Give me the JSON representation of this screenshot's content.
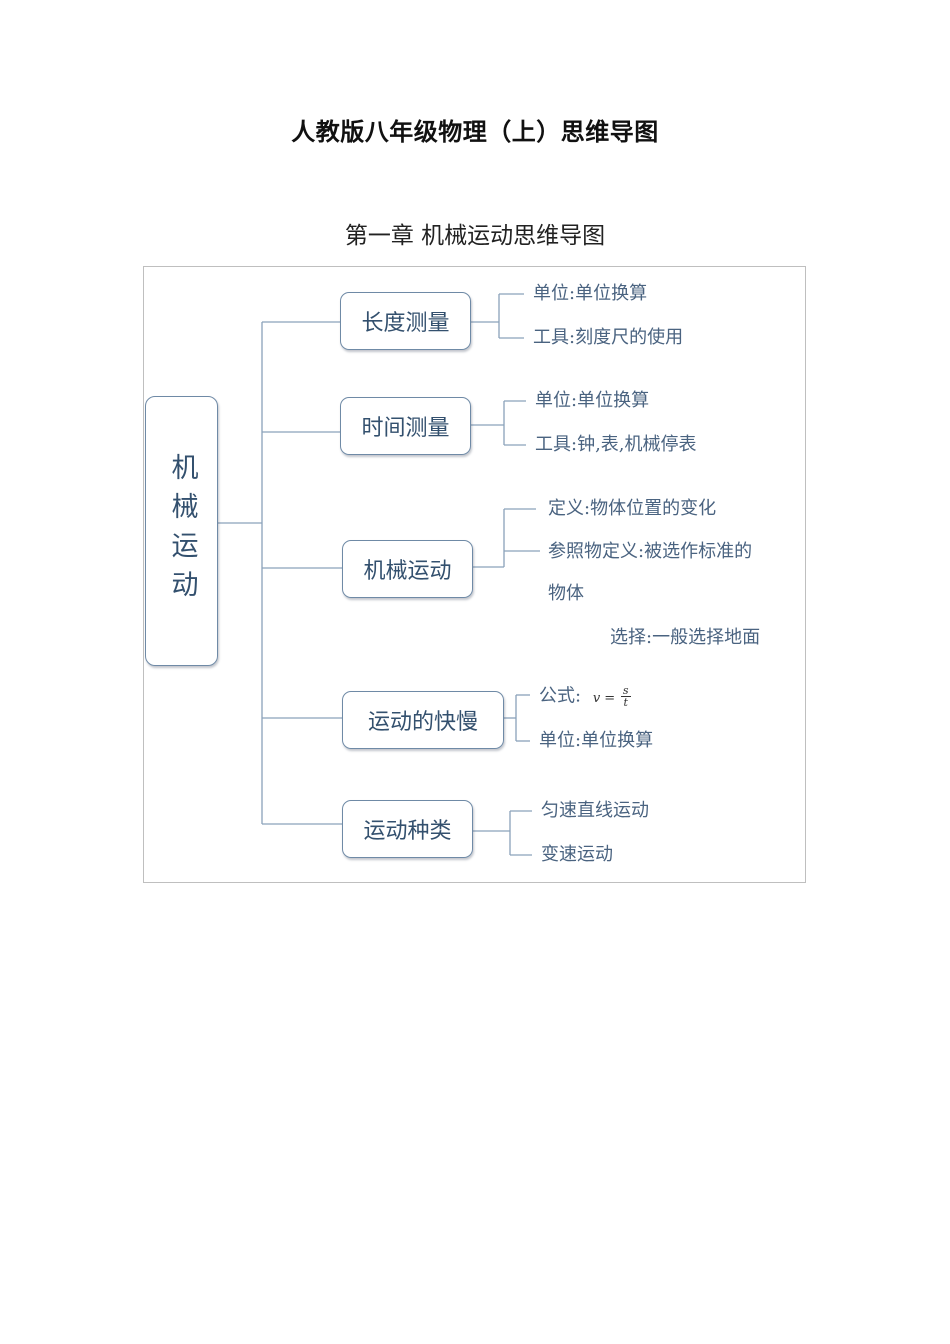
{
  "document": {
    "title": "人教版八年级物理（上）思维导图",
    "chapter_title": "第一章  机械运动思维导图"
  },
  "mindmap": {
    "root": "机械运动",
    "branches": [
      {
        "label": "长度测量",
        "items": [
          "单位:单位换算",
          "工具:刻度尺的使用"
        ]
      },
      {
        "label": "时间测量",
        "items": [
          "单位:单位换算",
          "工具:钟,表,机械停表"
        ]
      },
      {
        "label": "机械运动",
        "items": [
          "定义:物体位置的变化",
          "参照物定义:被选作标准的",
          "物体",
          "选择:一般选择地面"
        ]
      },
      {
        "label": "运动的快慢",
        "items": [
          "公式:",
          "单位:单位换算"
        ],
        "formula": {
          "lhs": "v =",
          "numerator": "s",
          "denominator": "t"
        }
      },
      {
        "label": "运动种类",
        "items": [
          "匀速直线运动",
          "变速运动"
        ]
      }
    ]
  }
}
